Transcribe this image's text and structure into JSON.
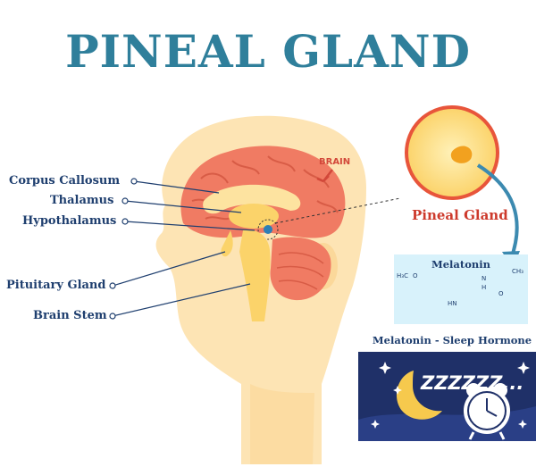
{
  "title": "PINEAL GLAND",
  "labels": {
    "corpus_callosum": "Corpus Callosum",
    "thalamus": "Thalamus",
    "hypothalamus": "Hypothalamus",
    "pituitary": "Pituitary Gland",
    "brain_stem": "Brain Stem"
  },
  "brain_label": "BRAIN",
  "pineal_label": "Pineal Gland",
  "melatonin": {
    "title": "Melatonin",
    "atoms": {
      "methyl": "H₃C",
      "oxygen": "O",
      "nh_amide": "H",
      "n_amide": "N",
      "carbonyl_o": "O",
      "methyl2": "CH₃",
      "hn_indole": "HN"
    }
  },
  "sleep": {
    "title": "Melatonin - Sleep Hormone",
    "zzz": "ZZZZZZ..."
  },
  "colors": {
    "title": "#2f7f9b",
    "label_text": "#1f3f6f",
    "skin": "#fbd89a",
    "brain": "#f07b63",
    "accent_red": "#cd3a2c",
    "night": "#1f3068",
    "melatonin_bg": "#d8f2fb"
  }
}
